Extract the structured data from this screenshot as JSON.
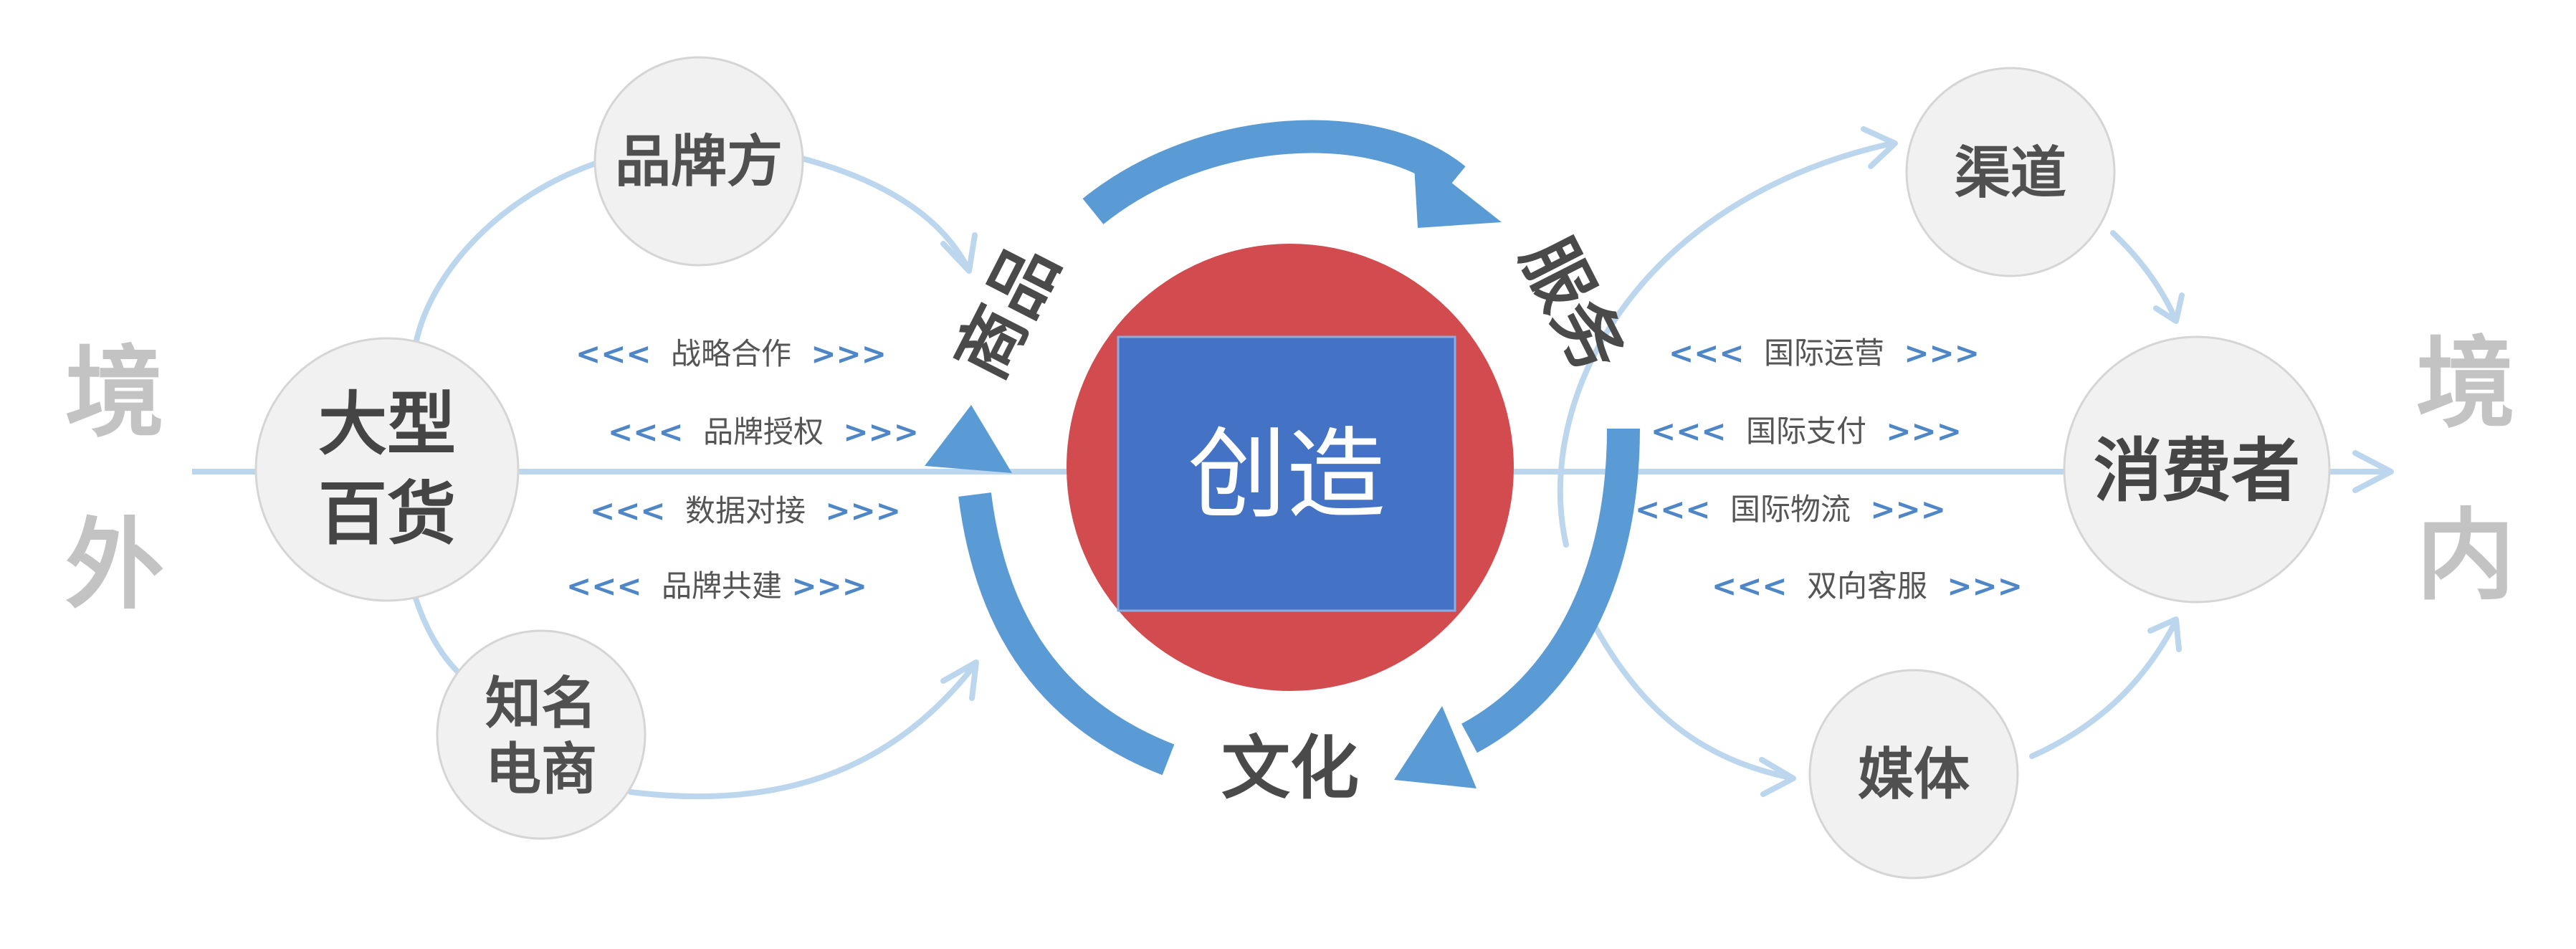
{
  "colors": {
    "thin_line": "#bcd6ee",
    "thick_arrow": "#5b9bd5",
    "center_circle": "#d14b4f",
    "center_box": "#4472c4",
    "node_fill": "#f1f1f1",
    "node_stroke": "#d5d5d5"
  },
  "side_labels": {
    "left": [
      "境",
      "外"
    ],
    "right": [
      "境",
      "内"
    ]
  },
  "left_nodes": {
    "brand": "品牌方",
    "department_store": [
      "大型",
      "百货"
    ],
    "ecommerce": [
      "知名",
      "电商"
    ]
  },
  "right_nodes": {
    "channel": "渠道",
    "consumer": "消费者",
    "media": "媒体"
  },
  "left_links": [
    "战略合作",
    "品牌授权",
    "数据对接",
    "品牌共建"
  ],
  "right_links": [
    "国际运营",
    "国际支付",
    "国际物流",
    "双向客服"
  ],
  "chevrons": {
    "open": "<<<",
    "close": ">>>"
  },
  "cycle_labels": {
    "goods": "商品",
    "service": "服务",
    "culture": "文化"
  },
  "center_label": "创造"
}
